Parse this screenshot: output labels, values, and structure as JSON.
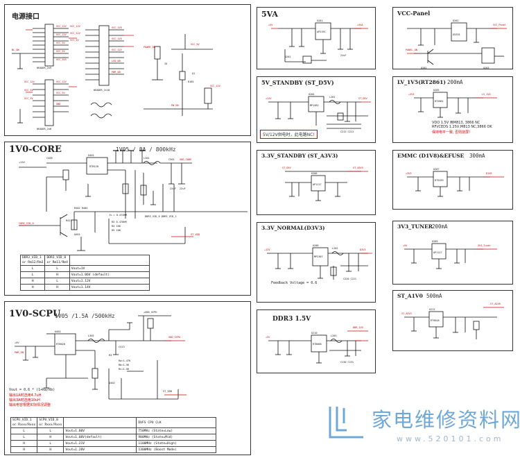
{
  "panels": {
    "power_connector": {
      "title": "电源接口"
    },
    "v1v0_core": {
      "title": "1V0-CORE",
      "subtitle": "1V05 / 8A / 800kHz"
    },
    "v1v0_scpu": {
      "title": "1V0-SCPU",
      "subtitle": "1V05 /1.5A /500kHz",
      "vout_note": "Vout = 0.6 * (1+Ra/Rb)",
      "red_notes": [
        "输出1A时选用4.7uH",
        "输出3A时选用10uH",
        "输出电容根据实际情况调整"
      ],
      "feedback_note": ""
    },
    "v5va": {
      "title": "5VA"
    },
    "vcc_panel": {
      "title": "VCC-Panel"
    },
    "v5_standby": {
      "title": "5V_STANDBY (ST_D5V)",
      "red_note": "5V/12V供电时，此电路NC!"
    },
    "lv_1v5": {
      "title": "LV_1V5(RT2861)",
      "current": "200mA",
      "note_lines": [
        "VDO 1.5V  用M813, 3866 NC",
        "RFI/CEDS 1.25V,M813 NC,3866 OK",
        "保持电平一致, 否则烧屏!"
      ]
    },
    "v33_standby": {
      "title": "3.3V_STANDBY (ST_A3V3)"
    },
    "emmc": {
      "title": "EMMC (D1V8)&EFUSE",
      "current": "300mA"
    },
    "v33_normal": {
      "title": "3.3V_NORMAL(D3V3)",
      "feedback": "Feedback Voltage = 0.6"
    },
    "v3v3_tuner": {
      "title": "3V3_TUNER",
      "current": "200mA"
    },
    "ddr3": {
      "title": "DDR3  1.5V"
    },
    "st_a1v0": {
      "title": "ST_A1V0",
      "current": "500mA"
    }
  },
  "core_table": {
    "header": [
      "DDR3_VID_1\nor Rm12/Rm3",
      "DDR3_VID_0\nor Rm11/Rm4",
      ""
    ],
    "rows": [
      [
        "L",
        "L",
        "Vout=1V"
      ],
      [
        "L",
        "H",
        "Vout=1.06V (default)"
      ],
      [
        "H",
        "L",
        "Vout=1.12V"
      ],
      [
        "H",
        "H",
        "Vout=1.14V"
      ]
    ]
  },
  "scpu_table": {
    "header": [
      "SCPU_VID_1\nor Rxxx/Rxxx",
      "SCPU_VID_0\nor Rxxx/Rxxx",
      "",
      "DVFS CPU CLK"
    ],
    "rows": [
      [
        "L",
        "L",
        "Vout=1.00V",
        "750MHz (State=Low)"
      ],
      [
        "L",
        "H",
        "Vout=1.08V(default)",
        "900MHz (State=Mid)"
      ],
      [
        "H",
        "L",
        "Vout=1.21V",
        "1100MHz (State=High)"
      ],
      [
        "H",
        "H",
        "Vout=1.28V",
        "1300MHz (Boost Mode)"
      ]
    ]
  },
  "watermark": {
    "brand": "家电维修资料网",
    "url": "www.520101.com"
  },
  "colors": {
    "wire": "#111111",
    "net_label": "#cc0000",
    "component": "#1a1a1a",
    "watermark": "#6fa8d6"
  }
}
